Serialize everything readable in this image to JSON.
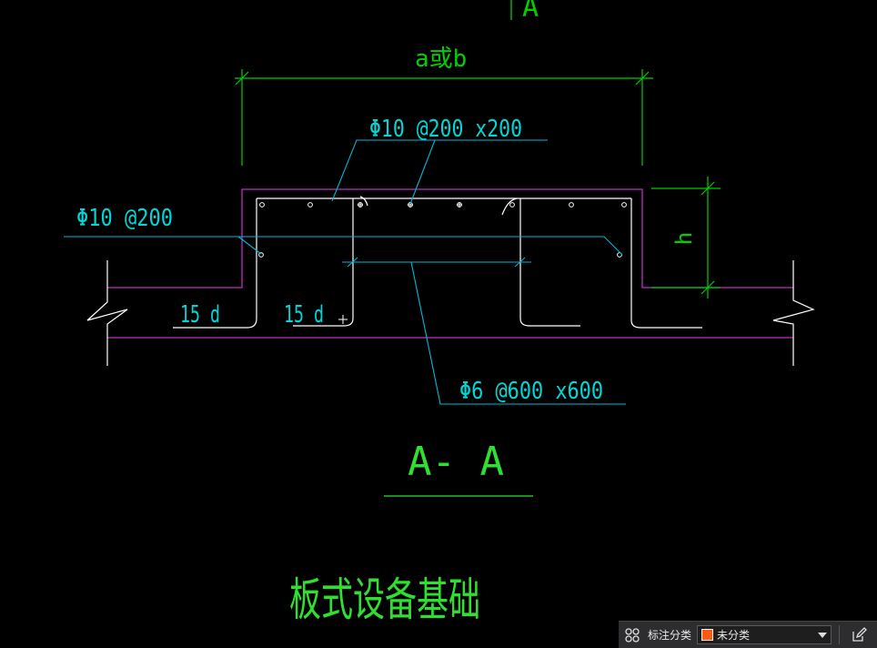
{
  "drawing": {
    "top_section_label": "A",
    "width_dim_label": "a或b",
    "height_dim_label": "h",
    "top_rebar_label": "Φ10 @200 x200",
    "side_rebar_label": "Φ10 @200",
    "tie_rebar_label": "Φ6 @600 x600",
    "anchor_left_label": "15 d",
    "anchor_mid_label": "15 d",
    "section_title": "A- A",
    "drawing_title": "板式设备基础"
  },
  "colors": {
    "background": "#000000",
    "dimension": "#00d000",
    "outline": "#c030c0",
    "rebar": "#ffffff",
    "leader": "#00b8d8",
    "label_text": "#00d8d8",
    "title_text": "#30e030",
    "break_line": "#ffffff",
    "category_swatch": "#ff5a14"
  },
  "statusbar": {
    "layout_icon": "grid-icon",
    "category_label": "标注分类",
    "category_value": "未分类",
    "edit_icon": "edit-icon"
  }
}
